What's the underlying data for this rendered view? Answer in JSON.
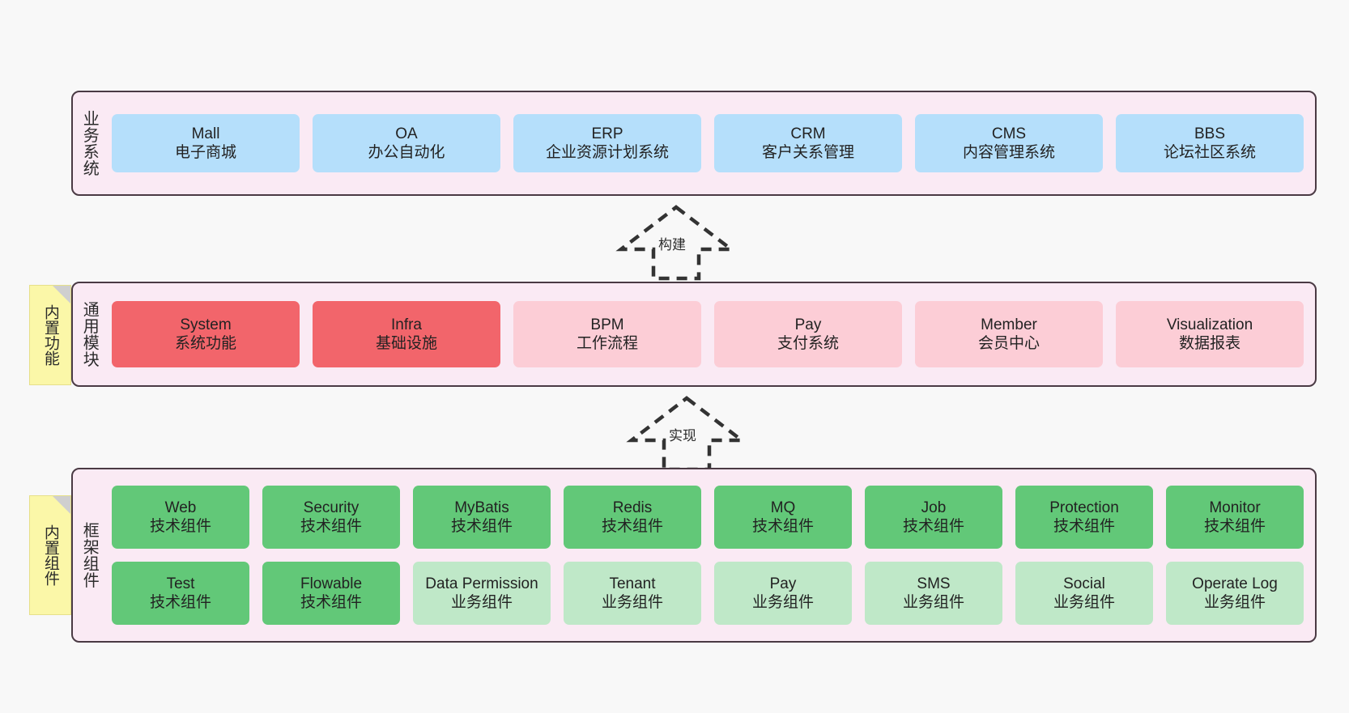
{
  "diagram": {
    "title": "ruoyi-vue-pro architecture layers",
    "colors": {
      "band_bg": "#faeaf4",
      "band_border": "#4a3a44",
      "business_box": "#b5dffb",
      "module_strong": "#f2656b",
      "module_soft": "#fccdd6",
      "tech_component": "#62c878",
      "biz_component": "#bfe8c8",
      "note_bg": "#fbf7a8",
      "note_fold": "#cfcfcf",
      "page_bg": "#f8f8f8"
    }
  },
  "bands": [
    {
      "id": "business",
      "label": "业务系统",
      "rows": [
        [
          {
            "en": "Mall",
            "cn": "电子商城",
            "style": "c-blue"
          },
          {
            "en": "OA",
            "cn": "办公自动化",
            "style": "c-blue"
          },
          {
            "en": "ERP",
            "cn": "企业资源计划系统",
            "style": "c-blue"
          },
          {
            "en": "CRM",
            "cn": "客户关系管理",
            "style": "c-blue"
          },
          {
            "en": "CMS",
            "cn": "内容管理系统",
            "style": "c-blue"
          },
          {
            "en": "BBS",
            "cn": "论坛社区系统",
            "style": "c-blue"
          }
        ]
      ]
    },
    {
      "id": "common",
      "label": "通用模块",
      "note": "内置功能",
      "rows": [
        [
          {
            "en": "System",
            "cn": "系统功能",
            "style": "c-red"
          },
          {
            "en": "Infra",
            "cn": "基础设施",
            "style": "c-red"
          },
          {
            "en": "BPM",
            "cn": "工作流程",
            "style": "c-pink"
          },
          {
            "en": "Pay",
            "cn": "支付系统",
            "style": "c-pink"
          },
          {
            "en": "Member",
            "cn": "会员中心",
            "style": "c-pink"
          },
          {
            "en": "Visualization",
            "cn": "数据报表",
            "style": "c-pink"
          }
        ]
      ]
    },
    {
      "id": "framework",
      "label": "框架组件",
      "note": "内置组件",
      "rows": [
        [
          {
            "en": "Web",
            "cn": "技术组件",
            "style": "c-green"
          },
          {
            "en": "Security",
            "cn": "技术组件",
            "style": "c-green"
          },
          {
            "en": "MyBatis",
            "cn": "技术组件",
            "style": "c-green"
          },
          {
            "en": "Redis",
            "cn": "技术组件",
            "style": "c-green"
          },
          {
            "en": "MQ",
            "cn": "技术组件",
            "style": "c-green"
          },
          {
            "en": "Job",
            "cn": "技术组件",
            "style": "c-green"
          },
          {
            "en": "Protection",
            "cn": "技术组件",
            "style": "c-green"
          },
          {
            "en": "Monitor",
            "cn": "技术组件",
            "style": "c-green"
          }
        ],
        [
          {
            "en": "Test",
            "cn": "技术组件",
            "style": "c-green"
          },
          {
            "en": "Flowable",
            "cn": "技术组件",
            "style": "c-green"
          },
          {
            "en": "Data Permission",
            "cn": "业务组件",
            "style": "c-lightgreen"
          },
          {
            "en": "Tenant",
            "cn": "业务组件",
            "style": "c-lightgreen"
          },
          {
            "en": "Pay",
            "cn": "业务组件",
            "style": "c-lightgreen"
          },
          {
            "en": "SMS",
            "cn": "业务组件",
            "style": "c-lightgreen"
          },
          {
            "en": "Social",
            "cn": "业务组件",
            "style": "c-lightgreen"
          },
          {
            "en": "Operate Log",
            "cn": "业务组件",
            "style": "c-lightgreen"
          }
        ]
      ]
    }
  ],
  "connectors": [
    {
      "id": "build",
      "label": "构建",
      "from": "common",
      "to": "business"
    },
    {
      "id": "impl",
      "label": "实现",
      "from": "framework",
      "to": "common"
    }
  ]
}
